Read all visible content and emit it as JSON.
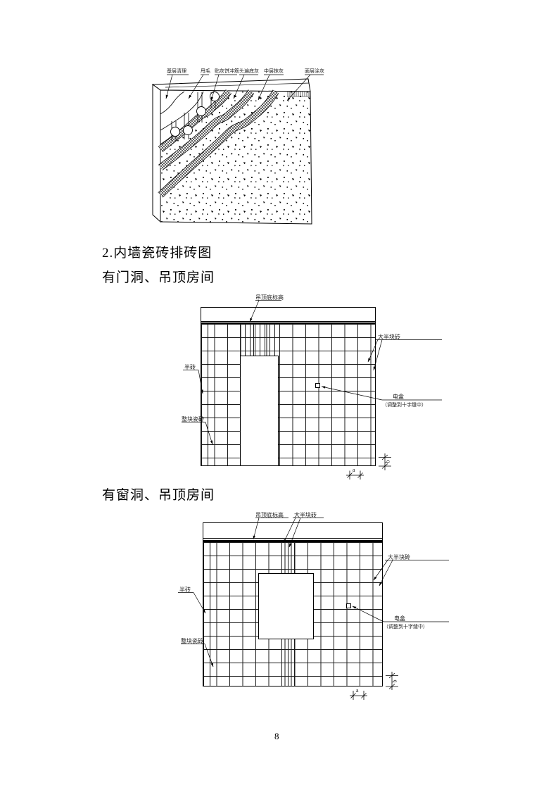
{
  "headings": {
    "section": "2.内墙瓷砖排砖图",
    "door_room": "有门洞、吊顶房间",
    "window_room": "有窗洞、吊顶房间"
  },
  "layer_diagram": {
    "labels": [
      "基层清理",
      "甩毛",
      "贴灰饼冲筋",
      "头遍底灰",
      "中层抹灰",
      "面层涂灰"
    ]
  },
  "door_diagram": {
    "ceiling": "吊顶底标高",
    "big_half_tile": "大半块砖",
    "half_tile": "半砖",
    "whole_tile": "整块瓷砖",
    "electric_box": "电盒",
    "electric_box_note": "（调整到十字缝中）",
    "dim_a": "a",
    "dim_b": "b"
  },
  "window_diagram": {
    "ceiling": "吊顶底标高",
    "big_half_tile_top": "大半块砖",
    "big_half_tile_right": "大半块砖",
    "half_tile": "半砖",
    "whole_tile": "整块瓷砖",
    "electric_box": "电盒",
    "electric_box_note": "（调整到十字缝中）",
    "dim_a": "a",
    "dim_b": "b"
  },
  "page": {
    "number": "8"
  },
  "colors": {
    "line": "#000000",
    "background": "#ffffff"
  }
}
